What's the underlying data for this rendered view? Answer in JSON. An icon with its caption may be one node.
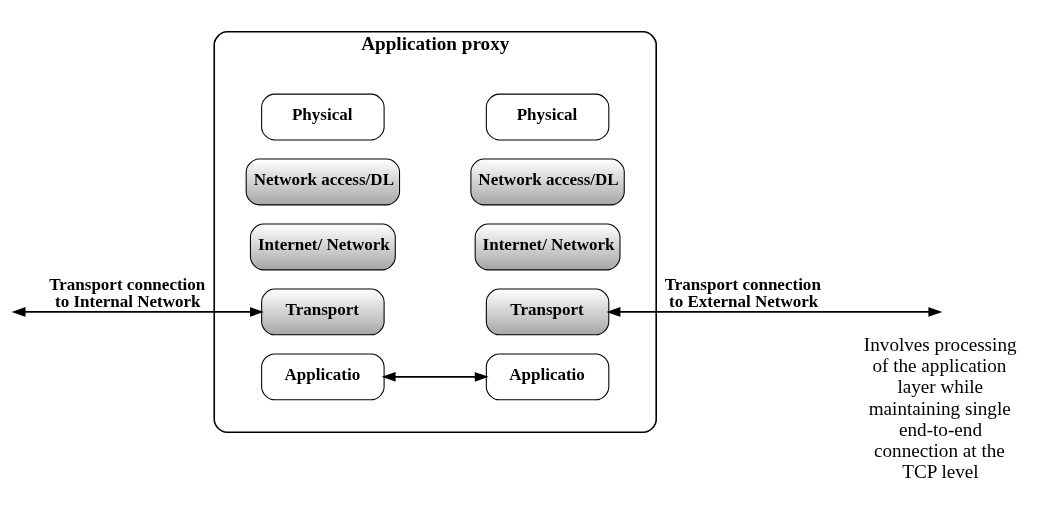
{
  "diagram": {
    "nodes": [
      {
        "text": [
          "Application proxy"
        ]
      },
      {
        "text": [
          "Applicatio"
        ],
        "in": 0
      },
      {
        "text": [
          "Transport"
        ],
        "in": 0
      },
      {
        "text": [
          "Internet/ Network"
        ],
        "in": 0
      },
      {
        "text": [
          "Network access/DL"
        ],
        "in": 0
      },
      {
        "text": [
          "Physical"
        ],
        "in": 0
      },
      {
        "text": [
          "Applicatio"
        ],
        "in": 0
      },
      {
        "text": [
          "Transport"
        ],
        "in": 0
      },
      {
        "text": [
          "Internet/ Network"
        ],
        "in": 0
      },
      {
        "text": [
          "Network access/DL"
        ],
        "in": 0
      },
      {
        "text": [
          "Physical"
        ],
        "in": 0
      }
    ],
    "edges": [
      {
        "from": null,
        "to": 2,
        "arrow": "both",
        "label": "Transport connection to Internal Network"
      },
      {
        "from": 1,
        "to": 6,
        "arrow": "both"
      },
      {
        "from": 7,
        "to": null,
        "arrow": "both",
        "label": "Transport connection to External Network"
      }
    ],
    "labels": [
      "Involves processing of the application layer while maintaining single end-to-end connection at the TCP level"
    ]
  }
}
